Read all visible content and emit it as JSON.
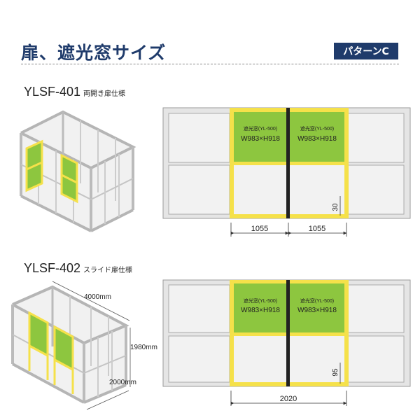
{
  "header": {
    "title": "扉、遮光窓サイズ",
    "pattern": "パターンC"
  },
  "models": [
    {
      "code": "YLSF-401",
      "desc": "両開き扉仕様",
      "window_label": "遮光窓(YL-500)",
      "window_size": "W983×H918",
      "dims": [
        "1055",
        "1055",
        "30"
      ]
    },
    {
      "code": "YLSF-402",
      "desc": "スライド扉仕様",
      "window_label": "遮光窓(YL-500)",
      "window_size": "W983×H918",
      "dims": [
        "2020",
        "95"
      ],
      "iso_dims": [
        "4000mm",
        "1980mm",
        "2000mm"
      ]
    }
  ],
  "colors": {
    "title": "#1f3b6b",
    "window": "#8dc63f",
    "door_frame": "#f5e14a",
    "panel": "#eeeeee",
    "frame": "#cfcfcf"
  }
}
